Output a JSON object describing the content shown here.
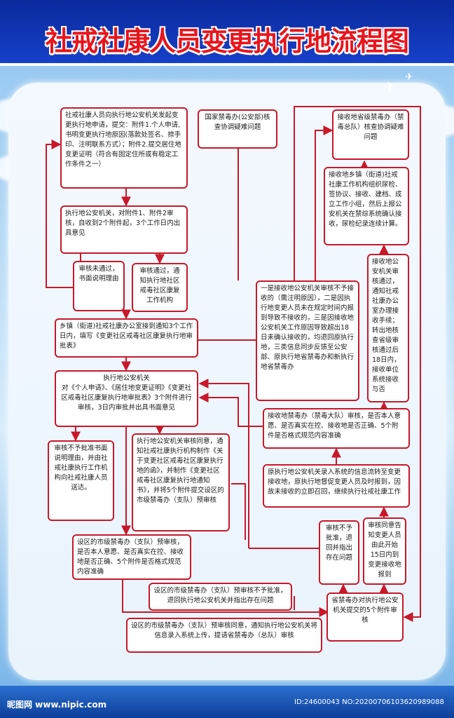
{
  "title": "社戒社康人员变更执行地流程图",
  "watermark": {
    "site": "昵图网 www.nipic.com",
    "id": "ID:24600043 NO:20200706103620989088"
  },
  "colors": {
    "header": "#1740c9",
    "title": "#e8141b",
    "box_border": "#c8182a",
    "arrow": "#c8182a"
  },
  "nodes": {
    "apply": "社戒社康人员向执行地公安机关发起变更执行地申请，提交：附件1.个人申请,书明变更执行地原因(落款处签名、捺手印、注明联系方式）；附件2.提交居住地变更证明（符合有固定住所或有稳定工作条件之一）",
    "police_review": "执行地公安机关，对附件1、附件2审核，自收到2个附件起，3个工作日内出具意见",
    "review_fail": "审核未通过，书面说明理由",
    "review_pass": "审核通过，通知执行地社区戒毒社区康复工作机构",
    "township": "乡镇（街道)社戒社康办公室接到通知3个工作日内，填写《变更社区戒毒社区康复执行地审批表》",
    "police_approve": "执行地公安机关\n对《个人申请》、《居住地变更证明》《变更社区戒毒社区康复执行地审批表》3个附件进行审核，3日内审批并出具书面意见",
    "approve_fail": "审核不予批准书面说明理由，并由社戒社康执行工作机构向社戒社康人员送达。",
    "approve_pass": "执行地公安机关审核同意，通知社戒社康执行机构制作《关于变更社区戒毒社区康复执行地的函》，并制作《变更社区戒毒社区康复执行地通知书》，并将5个附件提交设区的市级禁毒办（支队）预审核",
    "city_prereview": "设区的市级禁毒办（支队）预审核，是否本人意愿、是否真实在控、接收地是否正确、5个附件是否格式规范内容准确",
    "city_reject": "设区的市级禁毒办（支队）预审核不予批准，退回执行地公安机关并指出存在问题",
    "city_approve": "设区的市级禁毒办（支队）预审核同意，通知执行地公安机关将信息录入系统上传，提请省禁毒办（总队）审核",
    "province_review": "省禁毒办对执行地公安机关提交的5个附件审核",
    "prov_reject": "审核不予批准，退回并指出存在问题",
    "prov_approve": "审核同意告知变更人员由此开始15日内到变更接收地报到",
    "system_transfer": "原执行地公安机关录入系统的信息流转至变更接收地，原执行地督促变更人员及时报到，因故未接收的立即召回，继续执行社戒社康工作",
    "recv_prov_review": "接收地禁毒办（禁毒大队）审核，是否本人意愿、是否真实在控、接收地是否正确、5个附件是否格式规范内容准确",
    "recv_police": "接收地公安机关审核通过，通知社戒社康办公室办理接收手续；转出地核查省级审核通过后18日内，接收单位系统接收与否",
    "refuse_note": "一是接收地公安机关审核不予接收的（需注明原因），二是因执行地变更人员未在规定时间内报到导致不接收的，三是因接收地公安机关工作原因导致超出18日未确认接收的，均退回原执行地，三类信息同步反馈至公安部、原执行地省禁毒办和新执行地省禁毒办",
    "national": "国家禁毒办(公安部)核查协调疑难问题",
    "recv_province": "接收地省级禁毒办（禁毒总队）核查协调疑难问题",
    "recv_township": "接收地乡镇（街道)社戒社康工作机构组织尿检、签协议、接收、建档、成立工作小组，然后上报公安机关在禁综系统确认接收，尿检纪录连续计算。"
  }
}
